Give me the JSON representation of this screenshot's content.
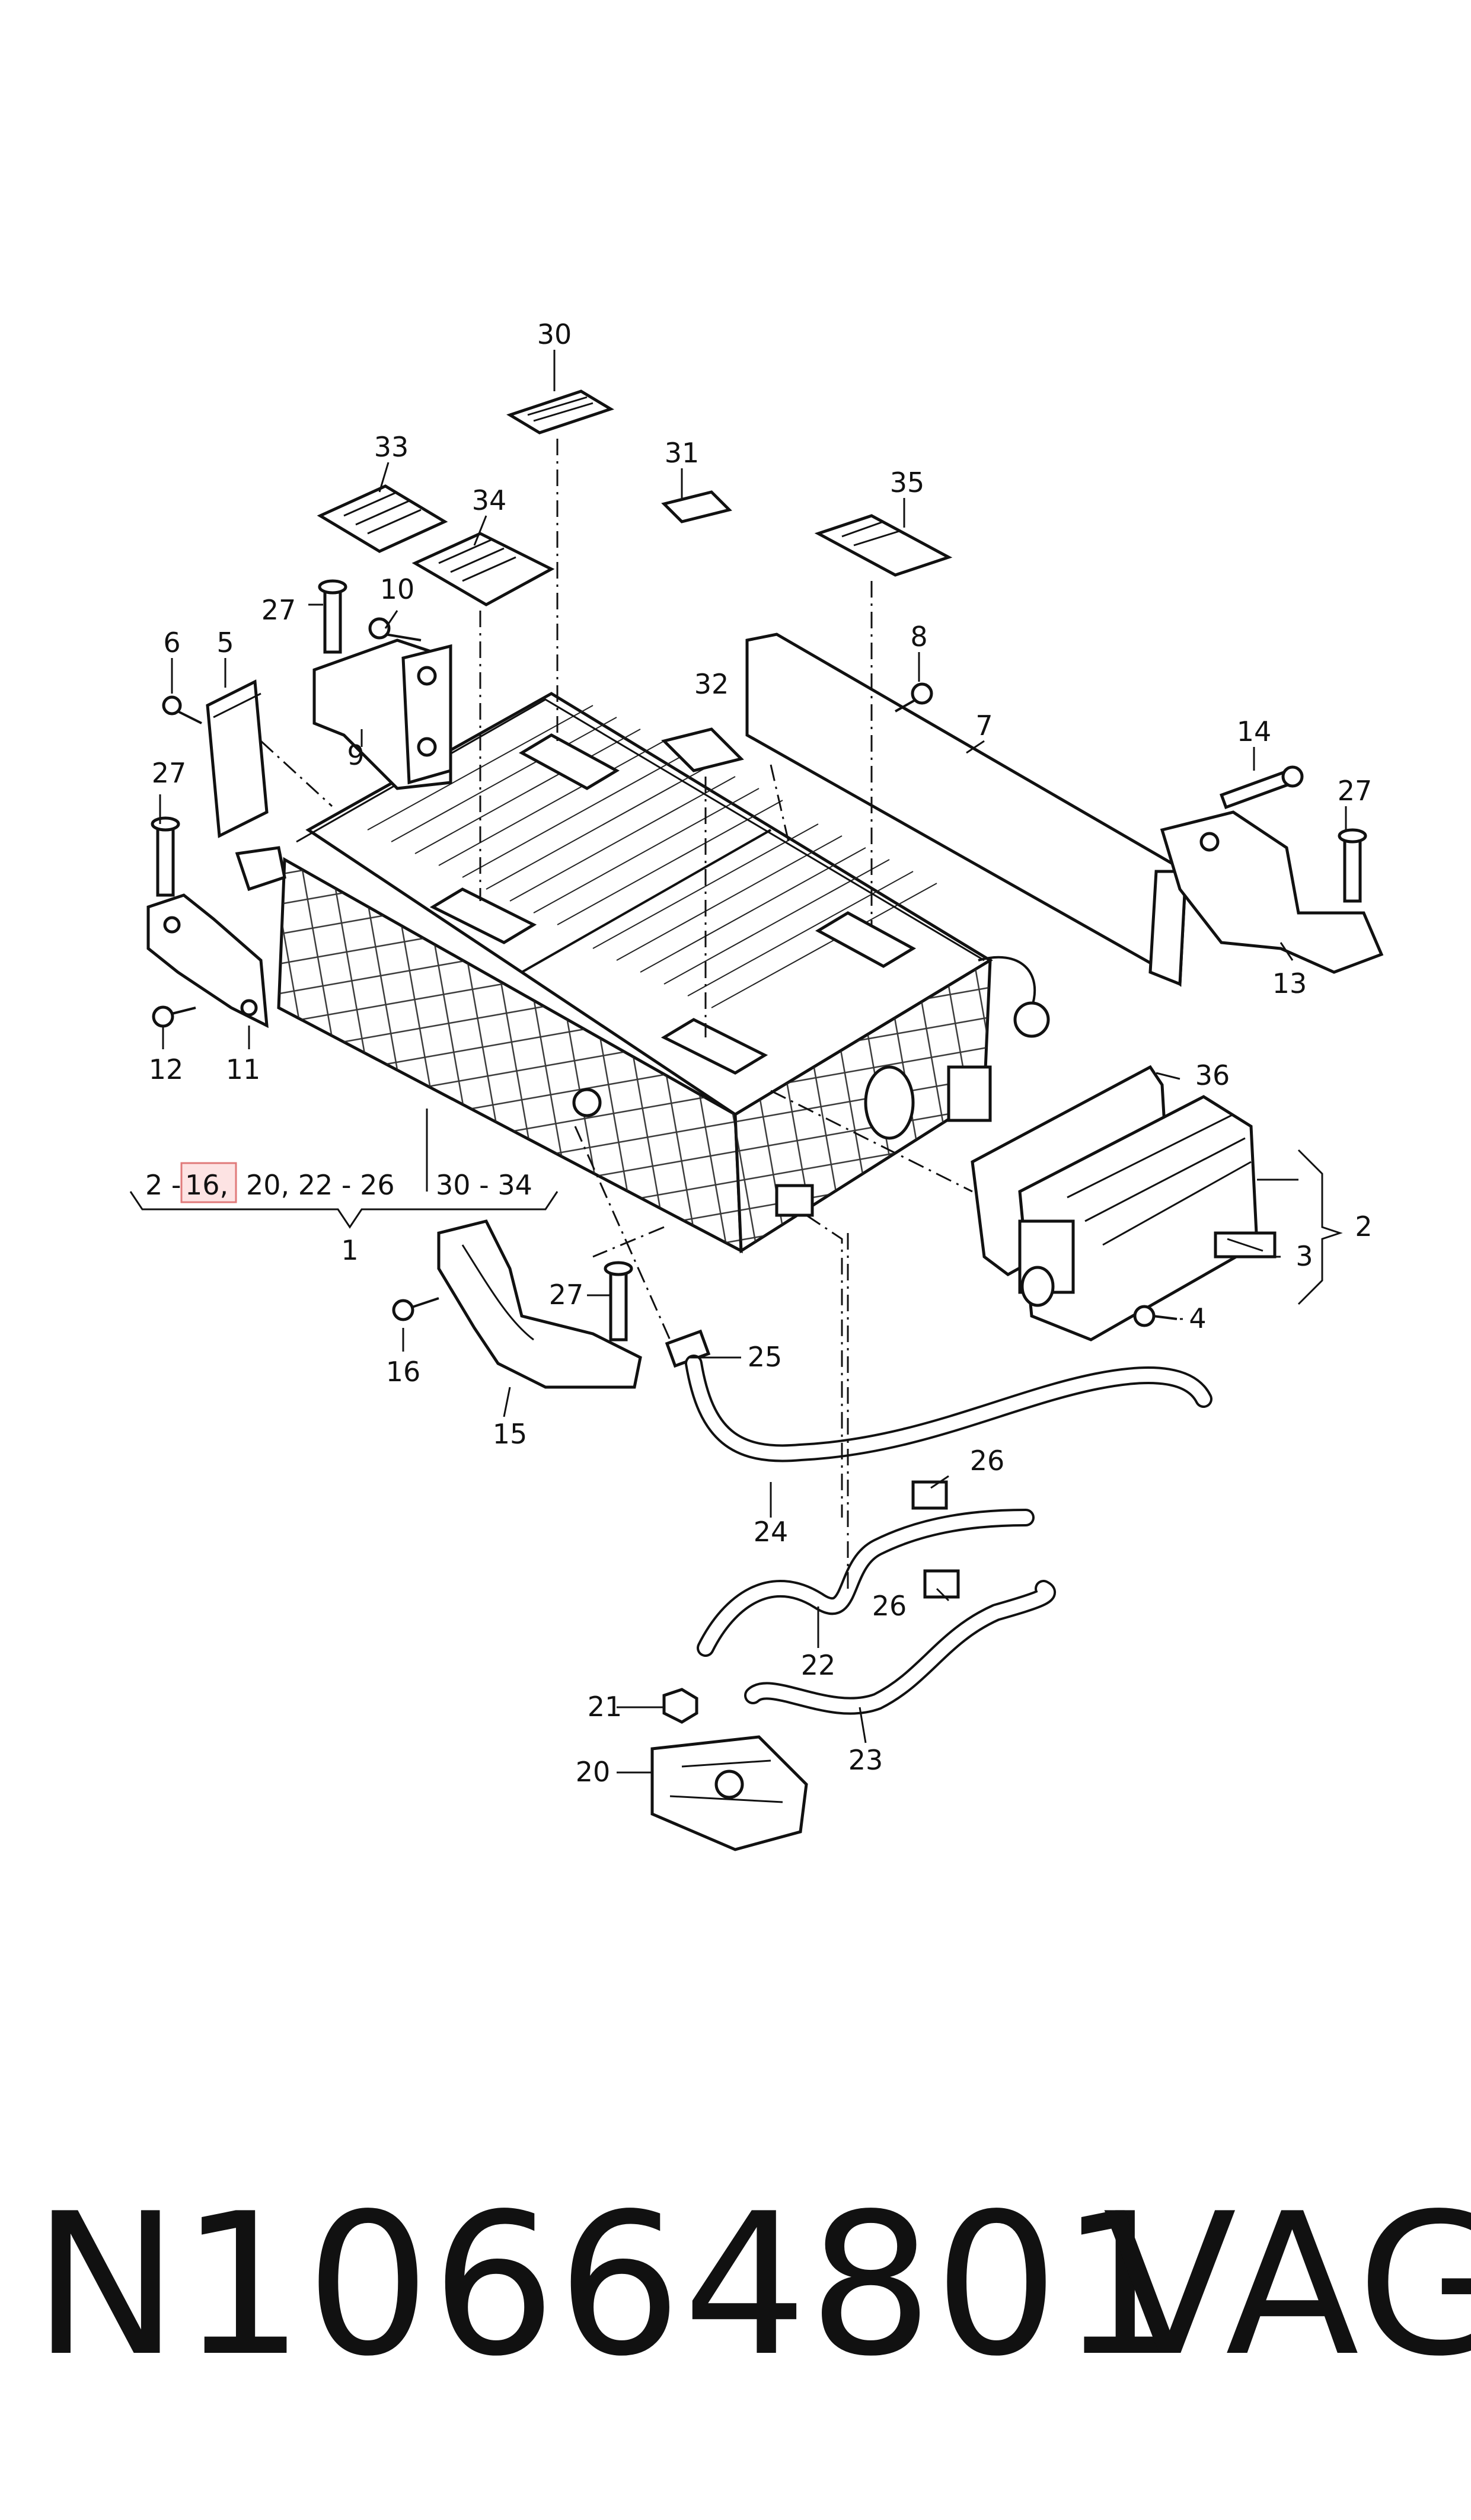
{
  "callouts": {
    "c1": "1",
    "c2": "2",
    "c3": "3",
    "c4": "4",
    "c5": "5",
    "c6": "6",
    "c7": "7",
    "c8": "8",
    "c9": "9",
    "c10": "10",
    "c11": "11",
    "c12": "12",
    "c13": "13",
    "c14": "14",
    "c15": "15",
    "c16": "16",
    "c20": "20",
    "c21": "21",
    "c22": "22",
    "c23": "23",
    "c24": "24",
    "c25": "25",
    "c26a": "26",
    "c26b": "26",
    "c27a": "27",
    "c27b": "27",
    "c27c": "27",
    "c27d": "27",
    "c30": "30",
    "c31": "31",
    "c32": "32",
    "c33": "33",
    "c34": "34",
    "c35": "35",
    "c36": "36"
  },
  "group_label": {
    "prefix": "2 -",
    "highlight": "16,",
    "rest": "20, 22 - 26",
    "tail": "30 - 34"
  },
  "footer": {
    "part_number": "N10664801",
    "brand": "VAG"
  },
  "colors": {
    "highlight_fill": "#fde3e3",
    "highlight_stroke": "#e07a7a",
    "ink": "#111111"
  }
}
